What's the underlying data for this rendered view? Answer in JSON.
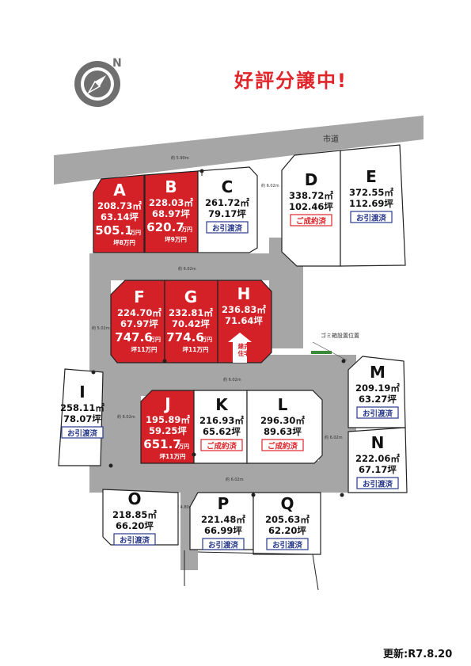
{
  "headline": "好評分譲中!",
  "updated": "更新:R7.8.20",
  "road_label": "市道",
  "garbage_label": "ゴミ箱設置位置",
  "road_widths": {
    "top": "約 5.90m",
    "upper": "約 6.02m",
    "mid": "約 6.02m",
    "lower": "約 6.02m",
    "left_mid": "約 5.02m",
    "left_lower": "約 6.02m",
    "bottom_left": "約 4.80m",
    "right_c": "約 6.02m",
    "right_mn": "約 6.02m"
  },
  "colors": {
    "sold_red": "#d42027",
    "road_gray": "#a6a6a6",
    "badge_blue": "#2a3a8c",
    "badge_red": "#e0262b"
  },
  "icons": {
    "compass": "compass-icon",
    "house_arrow": "house-arrow-icon"
  },
  "lots": {
    "A": {
      "label": "A",
      "area": "208.73㎡",
      "tsubo": "63.14坪",
      "price_num": "505.1",
      "price_unit": "万円",
      "note": "坪8万円"
    },
    "B": {
      "label": "B",
      "area": "228.03㎡",
      "tsubo": "68.97坪",
      "price_num": "620.7",
      "price_unit": "万円",
      "note": "坪9万円"
    },
    "C": {
      "label": "C",
      "area": "261.72㎡",
      "tsubo": "79.17坪",
      "status": "お引渡済"
    },
    "D": {
      "label": "D",
      "area": "338.72㎡",
      "tsubo": "102.46坪",
      "status": "ご成約済"
    },
    "E": {
      "label": "E",
      "area": "372.55㎡",
      "tsubo": "112.69坪",
      "status": "お引渡済"
    },
    "F": {
      "label": "F",
      "area": "224.70㎡",
      "tsubo": "67.97坪",
      "price_num": "747.6",
      "price_unit": "万円",
      "note": "坪11万円"
    },
    "G": {
      "label": "G",
      "area": "232.81㎡",
      "tsubo": "70.42坪",
      "price_num": "774.6",
      "price_unit": "万円",
      "note": "坪11万円"
    },
    "H": {
      "label": "H",
      "area": "236.83㎡",
      "tsubo": "71.64坪",
      "note": "建売住宅",
      "note_line1": "建売",
      "note_line2": "住宅"
    },
    "I": {
      "label": "I",
      "area": "258.11㎡",
      "tsubo": "78.07坪",
      "status": "お引渡済"
    },
    "J": {
      "label": "J",
      "area": "195.89㎡",
      "tsubo": "59.25坪",
      "price_num": "651.7",
      "price_unit": "万円",
      "note": "坪11万円"
    },
    "K": {
      "label": "K",
      "area": "216.93㎡",
      "tsubo": "65.62坪",
      "status": "ご成約済"
    },
    "L": {
      "label": "L",
      "area": "296.30㎡",
      "tsubo": "89.63坪",
      "status": "ご成約済"
    },
    "M": {
      "label": "M",
      "area": "209.19㎡",
      "tsubo": "63.27坪",
      "status": "お引渡済"
    },
    "N": {
      "label": "N",
      "area": "222.06㎡",
      "tsubo": "67.17坪",
      "status": "お引渡済"
    },
    "O": {
      "label": "O",
      "area": "218.85㎡",
      "tsubo": "66.20坪",
      "status": "お引渡済"
    },
    "P": {
      "label": "P",
      "area": "221.48㎡",
      "tsubo": "66.99坪",
      "status": "お引渡済"
    },
    "Q": {
      "label": "Q",
      "area": "205.63㎡",
      "tsubo": "62.20坪",
      "status": "お引渡済"
    }
  }
}
